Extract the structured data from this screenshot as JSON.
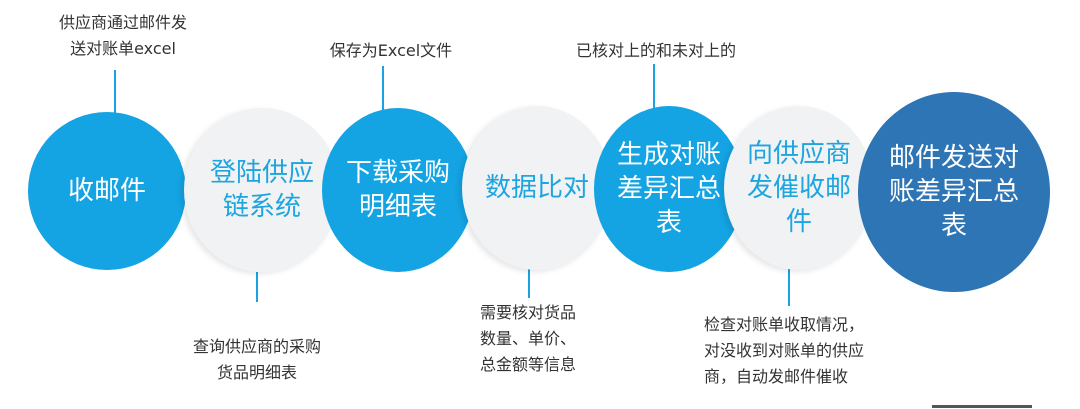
{
  "steps": [
    {
      "text": "收邮件"
    },
    {
      "text": "登陆供应链系统"
    },
    {
      "text": "下载采购明细表"
    },
    {
      "text": "数据比对"
    },
    {
      "text": "生成对账差异汇总表"
    },
    {
      "text": "向供应商发催收邮件"
    },
    {
      "text": "邮件发送对账差异汇总表"
    }
  ],
  "notes": {
    "receive_mail": [
      "供应商通过邮件发",
      "送对账单excel"
    ],
    "query_details": [
      "查询供应商的采购",
      "货品明细表"
    ],
    "save_excel": [
      "保存为Excel文件"
    ],
    "compare_info": [
      "需要核对货品",
      "数量、单价、",
      "总金额等信息"
    ],
    "summary_info": [
      "已核对上的和未对上的"
    ],
    "urge_info": [
      "检查对账单收取情况，",
      "对没收到对账单的供应",
      "商，自动发邮件催收"
    ]
  },
  "colors": {
    "blue": "#14a3e3",
    "grey": "#f1f2f4",
    "dark_blue": "#2e75b6",
    "connector": "#1aa3e0"
  }
}
